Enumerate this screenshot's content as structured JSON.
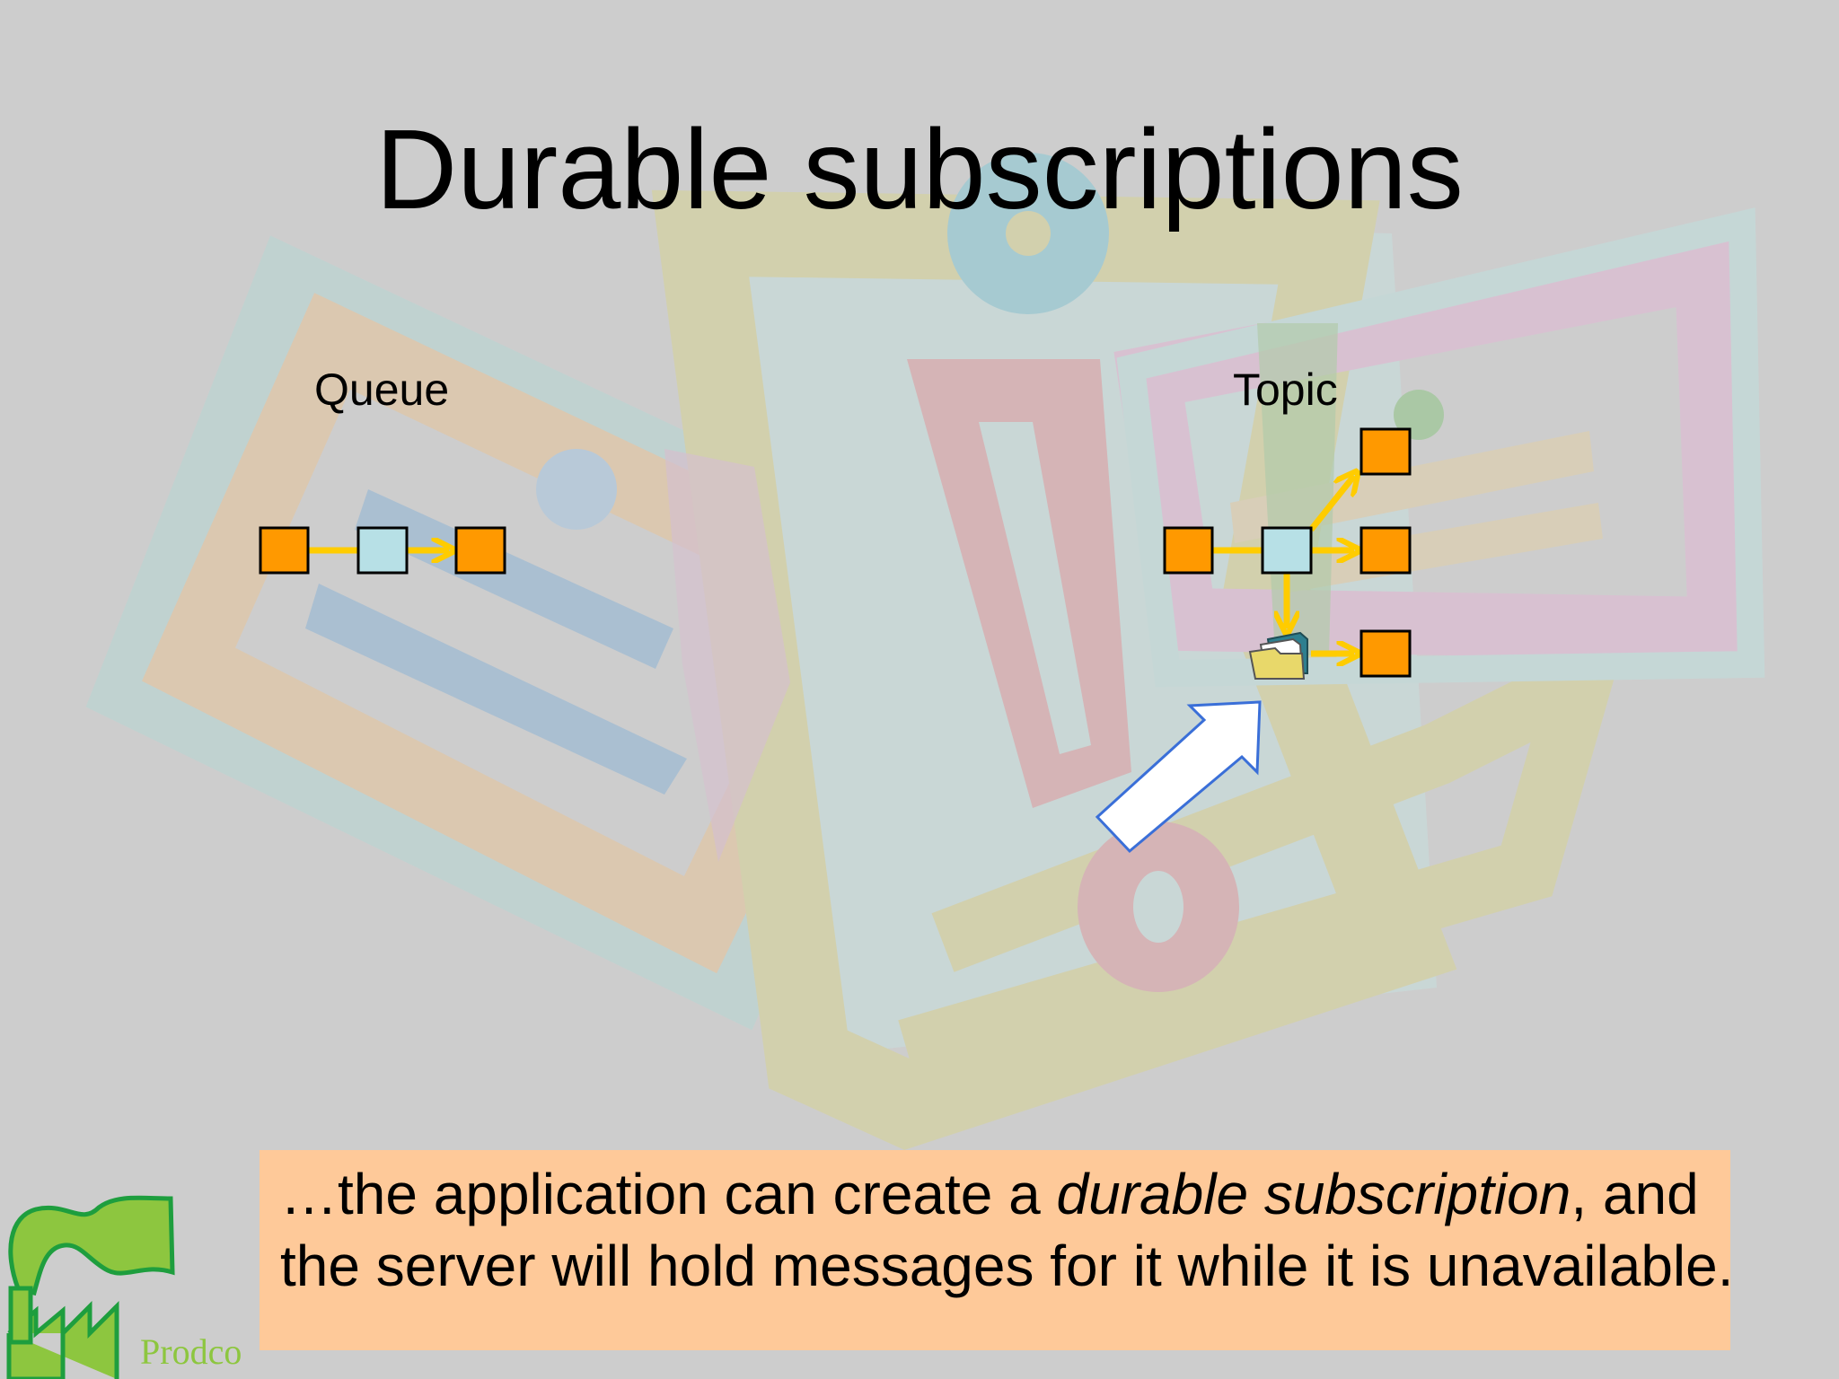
{
  "slide": {
    "title": "Durable subscriptions",
    "queue_label": "Queue",
    "topic_label": "Topic",
    "caption": {
      "part1": "…the application can create a ",
      "em1": "durable subscription",
      "part2": ", and the server will hold messages for it while it is unavailable."
    },
    "logo_text": "Prodco"
  },
  "colors": {
    "background": "#cdcdcd",
    "endpoint": "#ff9900",
    "broker": "#b7e0e6",
    "arrow": "#ffcc00",
    "caption_bg": "#fec999",
    "callout_stroke": "#3a6fd8",
    "logo": "#8dc63f"
  },
  "icons": [
    "folder-store-icon",
    "callout-arrow-icon",
    "factory-logo-icon"
  ]
}
